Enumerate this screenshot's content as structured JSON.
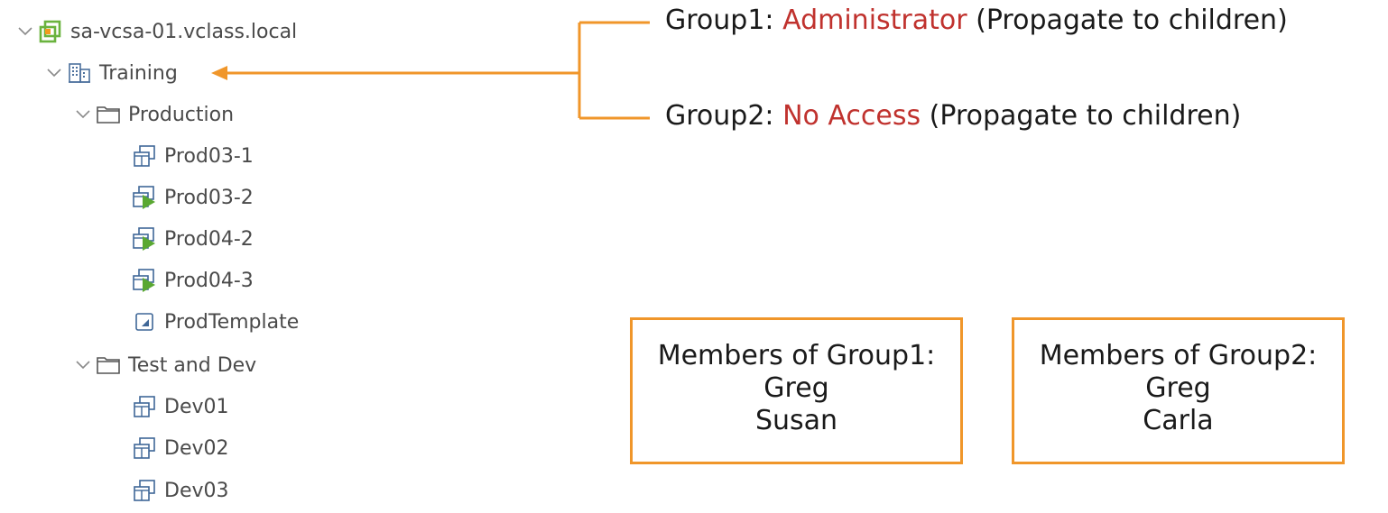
{
  "tree": {
    "root": "sa-vcsa-01.vclass.local",
    "datacenter": "Training",
    "folders": [
      {
        "label": "Production",
        "items": [
          "Prod03-1",
          "Prod03-2",
          "Prod04-2",
          "Prod04-3",
          "ProdTemplate"
        ]
      },
      {
        "label": "Test and Dev",
        "items": [
          "Dev01",
          "Dev02",
          "Dev03"
        ]
      }
    ]
  },
  "permissions": [
    {
      "group": "Group1:",
      "role": "Administrator",
      "note": "(Propagate to children)"
    },
    {
      "group": "Group2:",
      "role": "No Access",
      "note": "(Propagate to children)"
    }
  ],
  "boxes": [
    {
      "title": "Members of Group1:",
      "members": [
        "Greg",
        "Susan"
      ]
    },
    {
      "title": "Members of Group2:",
      "members": [
        "Greg",
        "Carla"
      ]
    }
  ],
  "colors": {
    "accent": "#f0962a",
    "role": "#c0322e",
    "vm_running": "#5aa832",
    "vcenter_green": "#6ab33e",
    "vcenter_orange": "#f29a1d"
  },
  "icons": {
    "vcenter": "vcenter-icon",
    "datacenter": "datacenter-icon",
    "folder": "folder-icon",
    "vm": "vm-icon",
    "vm_running": "vm-running-icon",
    "template": "template-icon"
  }
}
